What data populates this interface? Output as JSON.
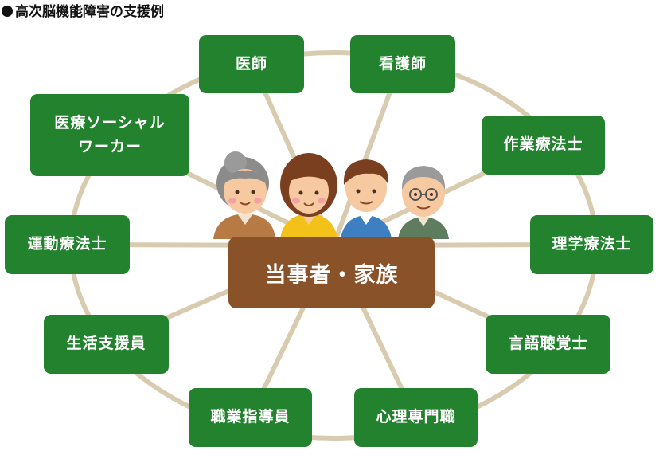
{
  "title": "高次脳機能障害の支援例",
  "center": {
    "label": "当事者・家族"
  },
  "roles": [
    {
      "id": "doctor",
      "label": "医師"
    },
    {
      "id": "nurse",
      "label": "看護師"
    },
    {
      "id": "ot",
      "label": "作業療法士"
    },
    {
      "id": "pt",
      "label": "理学療法士"
    },
    {
      "id": "st",
      "label": "言語聴覚士"
    },
    {
      "id": "psych",
      "label": "心理専門職"
    },
    {
      "id": "vocational",
      "label": "職業指導員"
    },
    {
      "id": "life",
      "label": "生活支援員"
    },
    {
      "id": "sports",
      "label": "運動療法士"
    },
    {
      "id": "msw",
      "label": "医療ソーシャル\nワーカー"
    }
  ],
  "colors": {
    "box": "#22822e",
    "center": "#8a5228",
    "ring": "#d9cbb0"
  }
}
